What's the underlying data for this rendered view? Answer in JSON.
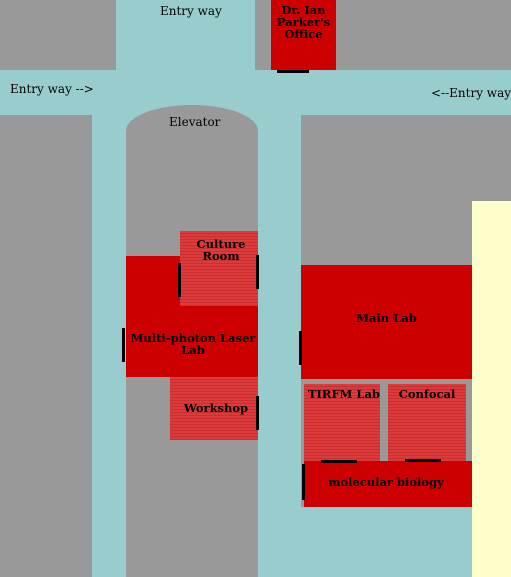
{
  "labels": {
    "entry_top": "Entry way",
    "entry_left": "Entry way -->",
    "entry_right": "<--Entry way",
    "elevator": "Elevator"
  },
  "rooms": {
    "office": "Dr. Ian Parker's Office",
    "culture": "Culture Room",
    "multiphoton": "Multi-photon Laser Lab",
    "workshop": "Workshop",
    "main_lab": "Main Lab",
    "tirfm": "TIRFM Lab",
    "confocal": "Confocal",
    "molecular": "molecular biology"
  },
  "colors": {
    "corridor": "#99cccc",
    "block": "#999999",
    "room": "#cc0000",
    "annex": "#ffffcc"
  }
}
